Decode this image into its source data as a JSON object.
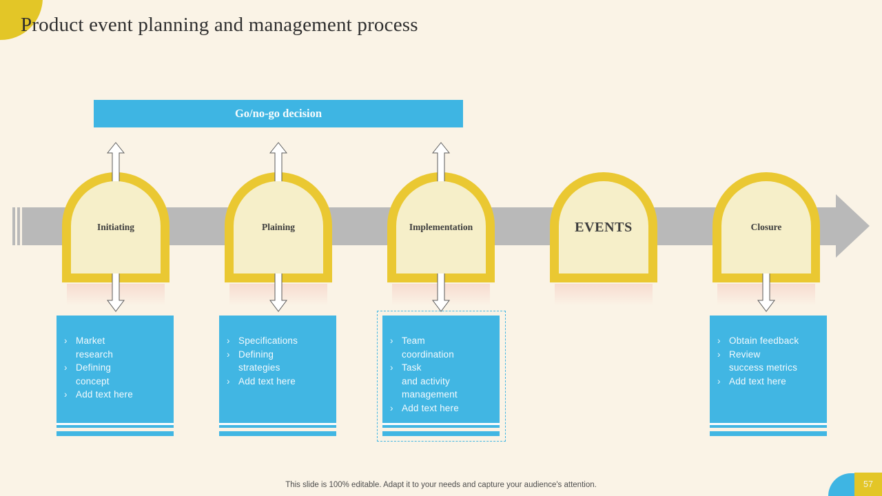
{
  "colors": {
    "accent_blue": "#3EB5E3",
    "accent_yellow": "#E7C62F",
    "arch_fill": "#F6EFC9",
    "background_cream": "#FAF3E6",
    "timeline_gray": "#B9B9B9"
  },
  "header": {
    "title": "Product event planning and management process"
  },
  "decision_banner": {
    "label": "Go/no-go decision"
  },
  "process": {
    "stages": [
      {
        "label": "Initiating"
      },
      {
        "label": "Plaining"
      },
      {
        "label": "Implementation"
      },
      {
        "label": "EVENTS"
      },
      {
        "label": "Closure"
      }
    ]
  },
  "list_bullet": "›",
  "detail_boxes": [
    {
      "items": [
        "Market\nresearch",
        "Defining\nconcept",
        "Add text here"
      ]
    },
    {
      "items": [
        "Specifications",
        "Defining\nstrategies",
        "Add text here"
      ]
    },
    {
      "items": [
        "Team\ncoordination",
        "Task\nand activity\nmanagement",
        "Add text here"
      ]
    },
    {
      "items": [
        "Obtain feedback",
        "Review\nsuccess metrics",
        "Add text here"
      ]
    }
  ],
  "footer": {
    "note": "This slide is 100% editable. Adapt it to your needs and capture your audience's attention.",
    "page_number": "57"
  }
}
